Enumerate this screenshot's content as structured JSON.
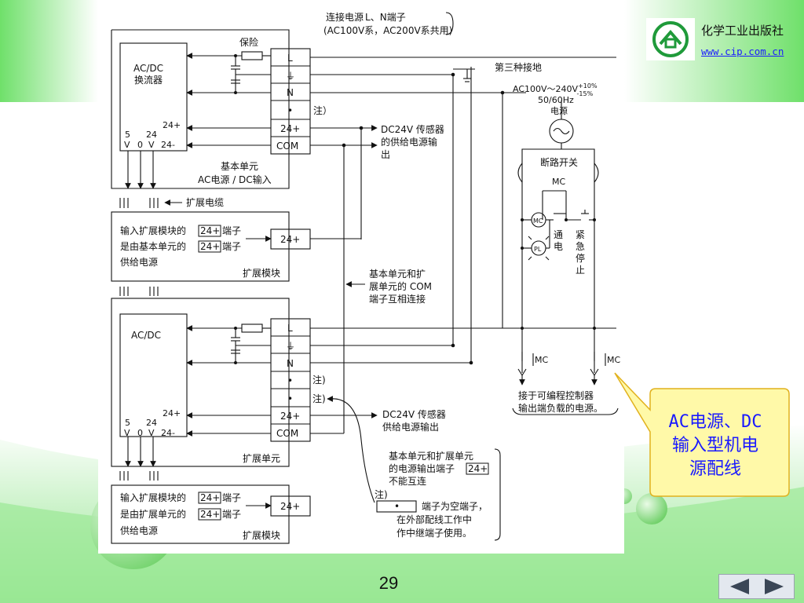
{
  "publisher": {
    "name": "化学工业出版社",
    "url": "www.cip.com.cn"
  },
  "page_number": "29",
  "callout": {
    "lines": [
      "AC电源、DC",
      "输入型机电",
      "源配线"
    ]
  },
  "diagram": {
    "note_terminal": [
      "连接电源",
      "L",
      "、",
      "N",
      "端子"
    ],
    "note_series": "(AC100V系，AC200V系共用)",
    "fuse": "保险",
    "third_ground": "第三种接地",
    "power_spec": [
      "AC100V～240V",
      "+10%",
      "-15%",
      "50/60Hz",
      "电源"
    ],
    "breaker": "断路开关",
    "mc": "MC",
    "mc_coil": "MC",
    "pl": "PL",
    "tong_dian": [
      "通",
      "电"
    ],
    "emergency": [
      "紧",
      "急",
      "停",
      "止"
    ],
    "main": {
      "converter": [
        "AC/DC",
        "换流器"
      ],
      "v_labels": [
        "5",
        "24",
        "V",
        "0",
        "V",
        "24-",
        "24+"
      ],
      "caption": [
        "基本单元",
        "AC电源 / DC输入"
      ]
    },
    "terminals": {
      "L": "L",
      "ground": "⏚",
      "N": "N",
      "dot": "•",
      "p24": "24+",
      "com": "COM"
    },
    "note": "注）",
    "note2": "注)",
    "dc24_out1": [
      "DC24V 传感器",
      "的供给电源输",
      "出"
    ],
    "expansion_cable": "扩展电缆",
    "ext1": {
      "lines": [
        "输入扩展模块的",
        "端子",
        "是由基本单元的",
        "端子",
        "供给电源"
      ],
      "box": "24+",
      "caption": "扩展模块"
    },
    "com_note": [
      "基本单元和扩",
      "展单元的 COM",
      "端子互相连接"
    ],
    "expand_unit": {
      "converter": "AC/DC",
      "caption": "扩展单元"
    },
    "dc24_out2": [
      "DC24V 传感器",
      "供给电源输出"
    ],
    "no_connect": [
      "基本单元和扩展单元",
      "的电源输出端子",
      "不能互连"
    ],
    "ext2": {
      "lines": [
        "输入扩展模块的",
        "端子",
        "是由扩展单元的",
        "端子",
        "供给电源"
      ],
      "caption": "扩展模块"
    },
    "empty_terminal": [
      "端子为空端子，",
      "在外部配线工作中",
      "作中继端子使用。"
    ],
    "plc_output": [
      "接于可编程控制器",
      "输出端负载的电源。"
    ]
  },
  "colors": {
    "slide_green": "#7fe07a",
    "callout_fill": "#fff9a8",
    "callout_border": "#e1b11d",
    "callout_text": "#1a1aff",
    "nav_bg": "#e3e8ef"
  }
}
